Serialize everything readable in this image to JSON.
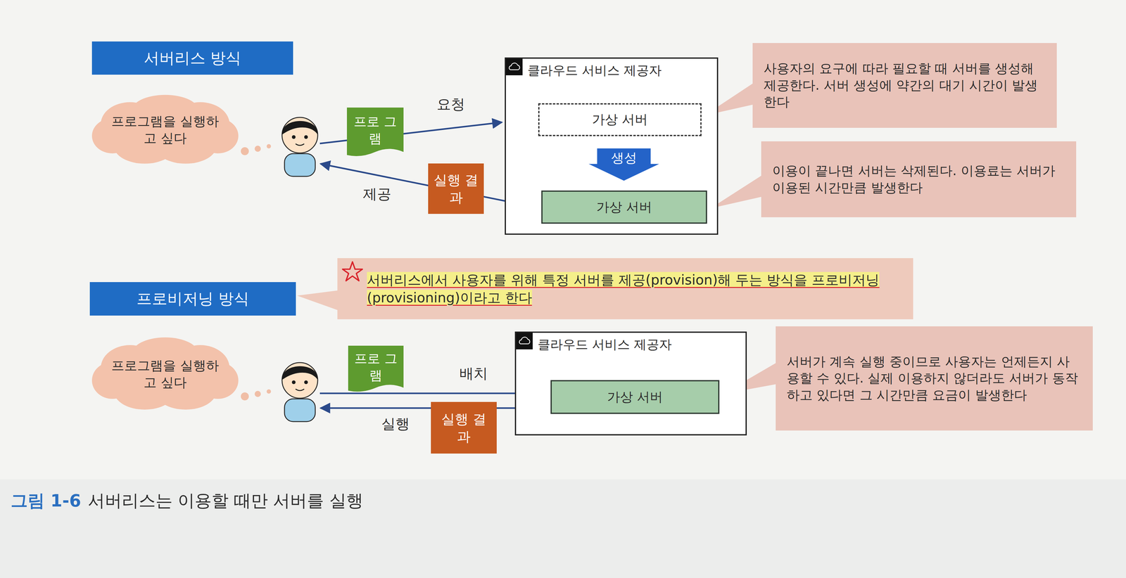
{
  "diagram": {
    "caption": "서버리스는 이용할 때만 서버를 실행",
    "nodes": [
      {
        "text": [
          "서버리스 방식"
        ]
      },
      {
        "text": [
          "프로그램을 실행하고 싶다"
        ]
      },
      {
        "text": [
          "프로 그램"
        ]
      },
      {
        "text": [
          "클라우드 서비스 제공자"
        ]
      },
      {
        "text": [
          "가상 서버"
        ],
        "in": 3
      },
      {
        "text": [
          "생성"
        ],
        "in": 3
      },
      {
        "text": [
          "가상 서버"
        ],
        "in": 3
      },
      {
        "text": [
          "사용자의 요구에 따라 필요할 때 서버를 생성해 제공한다. 서버 생성에 약간의 대기 시간이 발생한다"
        ]
      },
      {
        "text": [
          "이용이 끝나면 서버는 삭제된다. 이용료는 서버가 이용된 시간만큼 발생한다"
        ]
      },
      {
        "text": [
          "실행 결과"
        ]
      },
      {
        "text": [
          "서버리스에서 사용자를 위해 특정 서버를 제공(provision)해 두는 방식을 프로비저닝(provisioning)이라고 한다"
        ]
      },
      {
        "text": [
          "프로비저닝 방식"
        ]
      },
      {
        "text": [
          "프로그램을 실행하고 싶다"
        ]
      },
      {
        "text": [
          "프로 그램"
        ]
      },
      {
        "text": [
          "클라우드 서비스 제공자"
        ]
      },
      {
        "text": [
          "가상 서버"
        ],
        "in": 14
      },
      {
        "text": [
          "실행 결과"
        ]
      },
      {
        "text": [
          "서버가 계속 실행 중이므로 사용자는 언제든지 사용할 수 있다. 실제 이용하지 않더라도 서버가 동작하고 있다면 그 시간만큼 요금이 발생한다"
        ]
      }
    ],
    "labels": [
      "요청",
      "제공",
      "배치",
      "실행",
      "그림 1-6"
    ]
  }
}
